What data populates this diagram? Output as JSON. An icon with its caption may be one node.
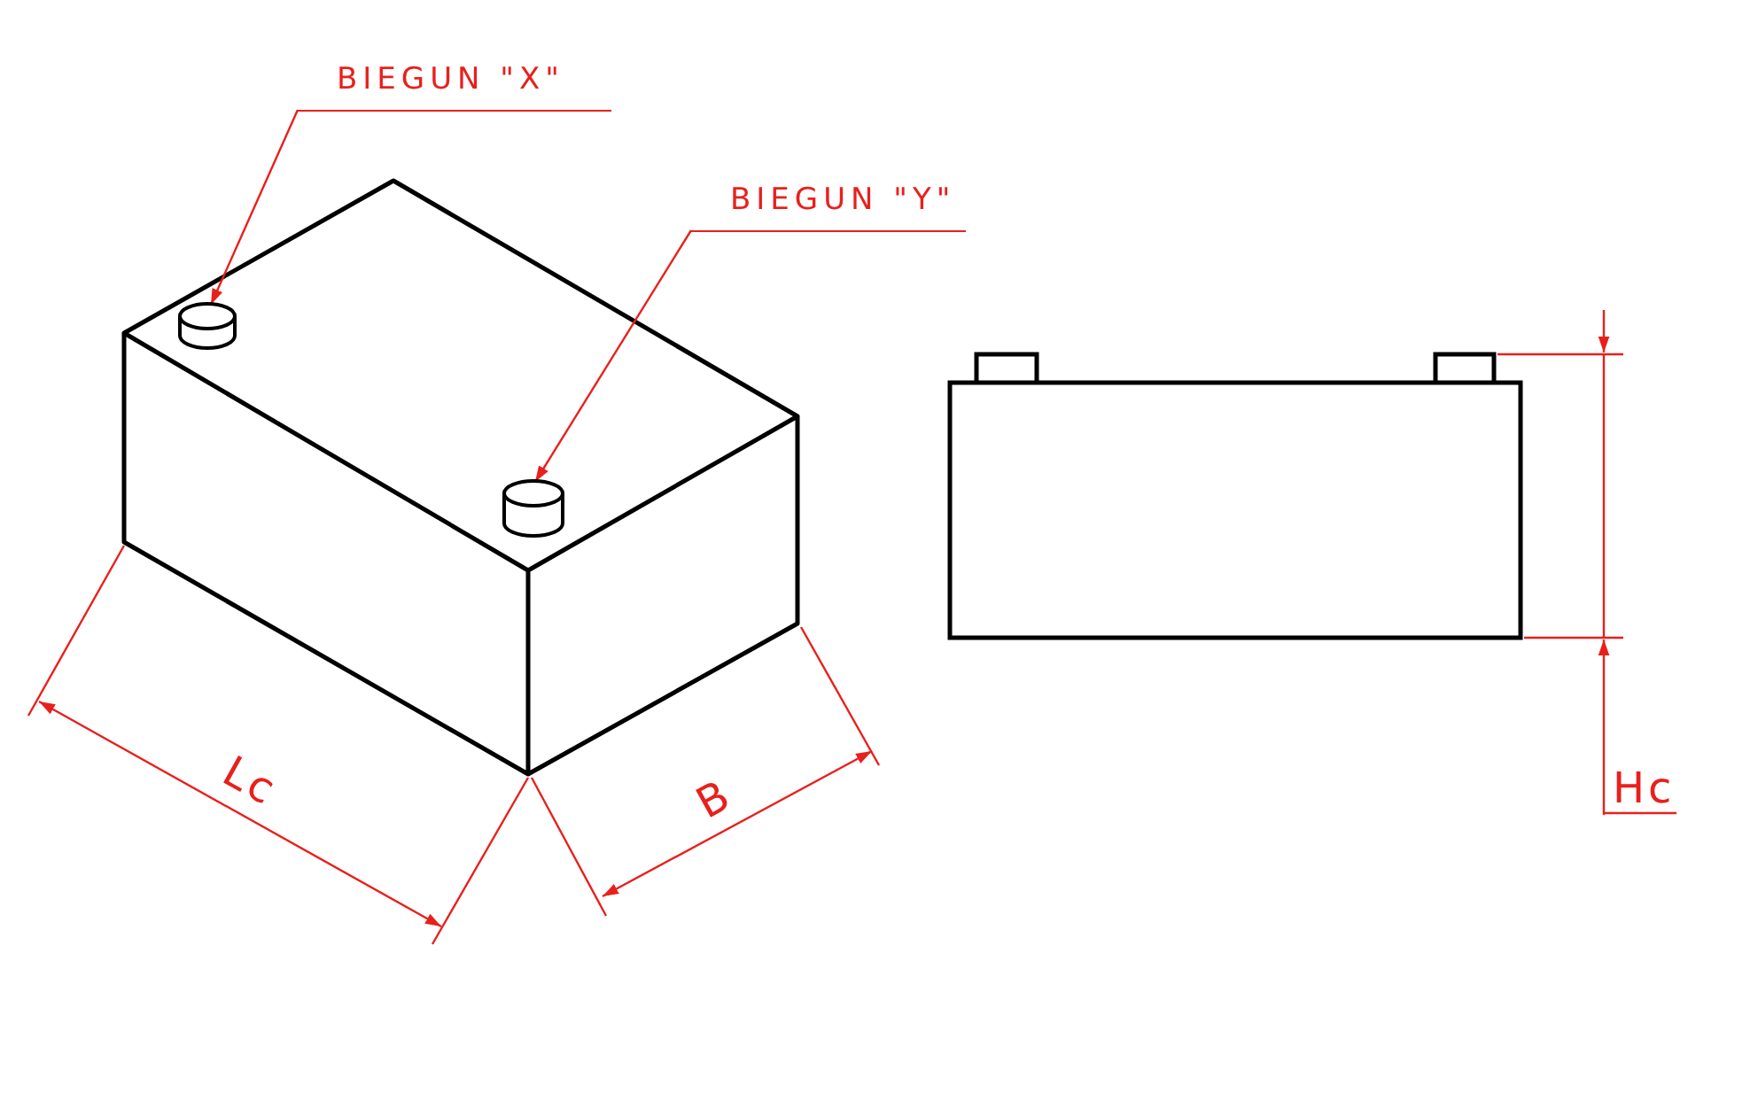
{
  "diagram": {
    "nodes": [
      {
        "text": [
          "BIEGUN \"X\""
        ]
      },
      {
        "text": [],
        "shape": "cylinder"
      },
      {
        "text": [
          "BIEGUN \"Y\""
        ]
      },
      {
        "text": [],
        "shape": "cylinder"
      }
    ],
    "edges": [
      {
        "from": 0,
        "to": 1,
        "arrow": "to"
      },
      {
        "from": 2,
        "to": 3,
        "arrow": "to"
      }
    ],
    "labels": [
      "Lc",
      "B",
      "Hc"
    ]
  }
}
